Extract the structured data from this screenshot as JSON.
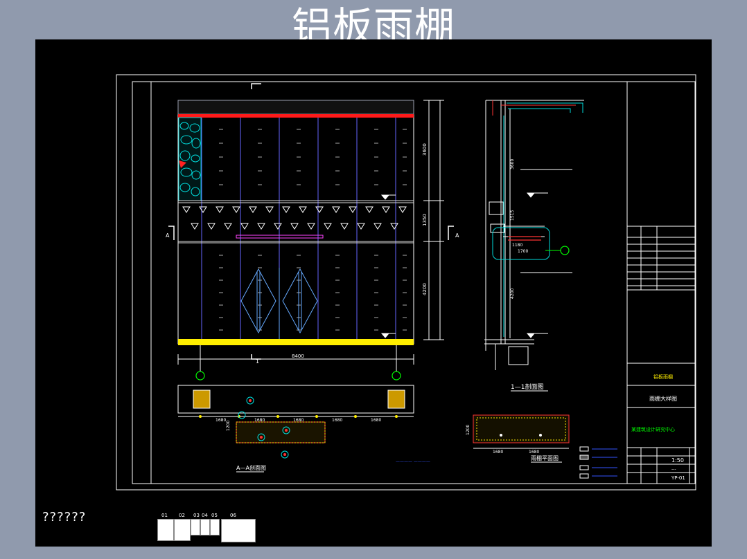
{
  "title": "铝板雨棚",
  "caption": "??????",
  "elevation": {
    "width_dim": "8400",
    "heights": [
      "3600",
      "1350",
      "4200"
    ],
    "marker_a": "A",
    "marker_1": "1"
  },
  "section": {
    "title": "1—1剖面图",
    "dims": [
      "3600",
      "1515",
      "4200"
    ],
    "small_dims": [
      "1180",
      "1700"
    ]
  },
  "plan": {
    "title": "A—A剖面图",
    "dims": [
      "1680",
      "1680",
      "1680",
      "1680",
      "1680"
    ],
    "side_dim": "1200"
  },
  "detail": {
    "title": "雨棚平面图",
    "dims": [
      "1680",
      "1680"
    ],
    "side_dim": "1200"
  },
  "title_block": {
    "project": "铝板雨棚",
    "drawing_name": "雨棚大样图",
    "company": "某建筑设计研究中心",
    "scale": "1:50",
    "sheet": "YP-01",
    "dash": "---"
  },
  "thumbnails": [
    "01",
    "02",
    "03",
    "04",
    "05",
    "06"
  ]
}
